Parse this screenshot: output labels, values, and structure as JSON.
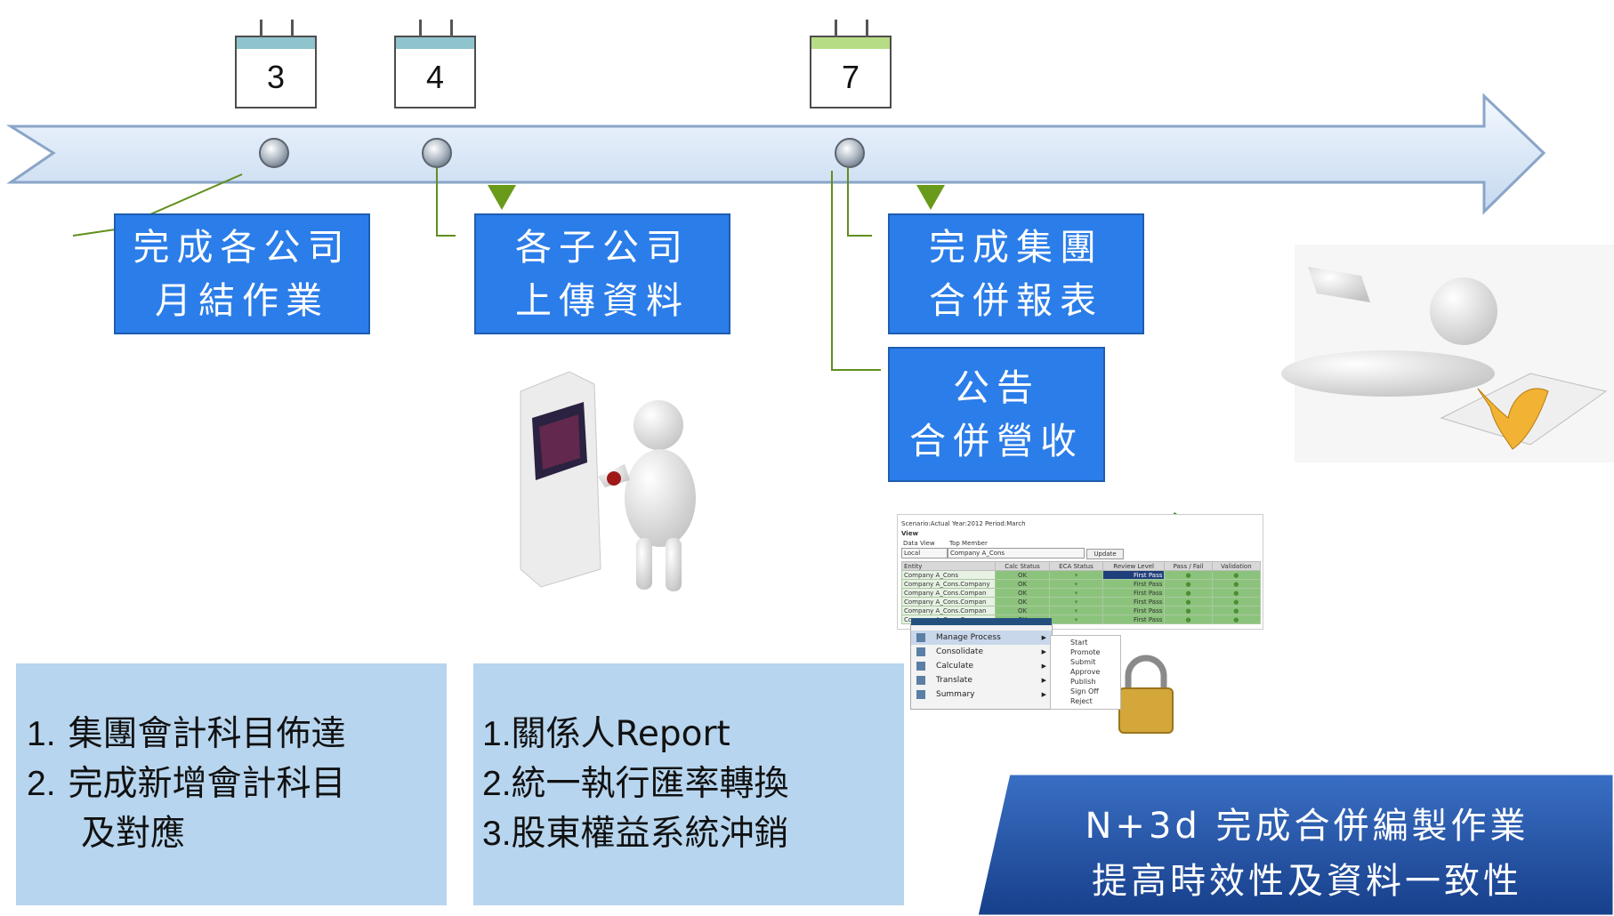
{
  "timeline": {
    "milestones": [
      {
        "day": "3",
        "bar_color": "#8fc4cc"
      },
      {
        "day": "4",
        "bar_color": "#8fc4cc"
      },
      {
        "day": "7",
        "bar_color": "#b6dc86"
      }
    ]
  },
  "events": [
    {
      "line1": "完成各公司",
      "line2": "月結作業"
    },
    {
      "line1": "各子公司",
      "line2": "上傳資料"
    },
    {
      "line1": "完成集團",
      "line2": "合併報表"
    },
    {
      "line1": "公告",
      "line2": "合併營收"
    }
  ],
  "panels": {
    "left": [
      {
        "num": "1.",
        "text": "集團會計科目佈達"
      },
      {
        "num": "2.",
        "text": "完成新增會計科目"
      },
      {
        "num": "",
        "text": "及對應"
      }
    ],
    "middle": [
      {
        "num": "1.",
        "text": "關係人Report"
      },
      {
        "num": "2.",
        "text": "統一執行匯率轉換"
      },
      {
        "num": "3.",
        "text": "股東權益系統沖銷"
      }
    ]
  },
  "summary": {
    "line1": "N+3d 完成合併編製作業",
    "line2": "提高時效性及資料一致性"
  },
  "screenshot": {
    "header": "Scenario:Actual   Year:2012   Period:March",
    "view_label": "View",
    "field1_label": "Data View",
    "field2_label": "Top Member",
    "field1_value": "Local",
    "field2_value": "Company A_Cons",
    "update_label": "Update",
    "columns": [
      "Entity",
      "Calc Status",
      "ECA Status",
      "Review Level",
      "Pass / Fail",
      "Validation"
    ],
    "rows": [
      {
        "entity": "Company A_Cons",
        "calc": "OK",
        "review": "First Pass"
      },
      {
        "entity": "Company A_Cons.Company",
        "calc": "OK",
        "review": "First Pass"
      },
      {
        "entity": "Company A_Cons.Compan",
        "calc": "OK",
        "review": "First Pass"
      },
      {
        "entity": "Company A_Cons.Compan",
        "calc": "OK",
        "review": "First Pass"
      },
      {
        "entity": "Company A_Cons.Compan",
        "calc": "OK",
        "review": "First Pass"
      },
      {
        "entity": "Company A_Cons.Company",
        "calc": "OK",
        "review": "First Pass"
      }
    ],
    "menu": [
      "Manage Process",
      "Consolidate",
      "Calculate",
      "Translate",
      "Summary"
    ],
    "submenu": [
      "Start",
      "Promote",
      "Submit",
      "Approve",
      "Publish",
      "Sign Off",
      "Reject"
    ]
  },
  "colors": {
    "event_box": "#2b7de9",
    "panel": "#b7d5ee",
    "banner": "#1d4ea2",
    "arrow": "#dbe8f7",
    "connector": "#5f8f1c",
    "marker": "#6a9a1a"
  }
}
